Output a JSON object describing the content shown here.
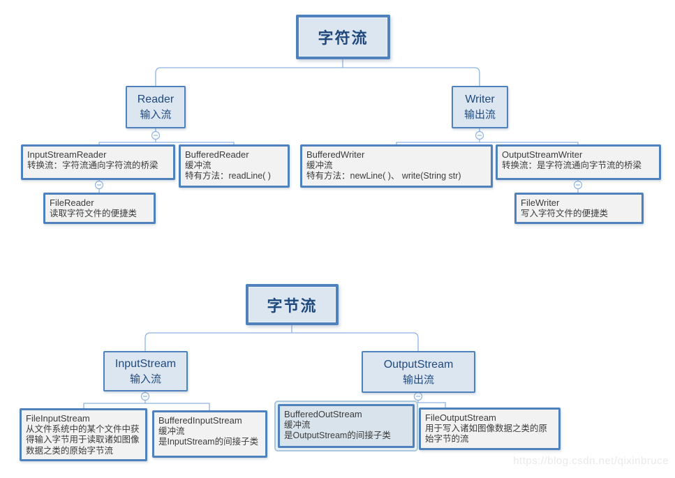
{
  "char_stream_tree": {
    "root": {
      "label": "字符流"
    },
    "reader": {
      "name": "Reader",
      "label": "输入流"
    },
    "writer": {
      "name": "Writer",
      "label": "输出流"
    },
    "input_stream_reader": {
      "name": "InputStreamReader",
      "desc": "转换流：字符流通向字符流的桥梁"
    },
    "buffered_reader": {
      "name": "BufferedReader",
      "desc1": "缓冲流",
      "desc2": "特有方法：readLine( )"
    },
    "buffered_writer": {
      "name": "BufferedWriter",
      "desc1": "缓冲流",
      "desc2": "特有方法：newLine( )、 write(String str)"
    },
    "output_stream_writer": {
      "name": "OutputStreamWriter",
      "desc": "转换流：是字符流通向字节流的桥梁"
    },
    "file_reader": {
      "name": "FileReader",
      "desc": "读取字符文件的便捷类"
    },
    "file_writer": {
      "name": "FileWriter",
      "desc": "写入字符文件的便捷类"
    }
  },
  "byte_stream_tree": {
    "root": {
      "label": "字节流"
    },
    "input_stream": {
      "name": "InputStream",
      "label": "输入流"
    },
    "output_stream": {
      "name": "OutputStream",
      "label": "输出流"
    },
    "file_input_stream": {
      "name": "FileInputStream",
      "desc": "从文件系统中的某个文件中获得输入字节用于读取诸如图像数据之类的原始字节流"
    },
    "buffered_input_stream": {
      "name": "BufferedInputStream",
      "desc1": "缓冲流",
      "desc2": "是InputStream的间接子类"
    },
    "buffered_out_stream": {
      "name": "BufferedOutStream",
      "desc1": "缓冲流",
      "desc2": "是OutputStream的间接子类",
      "selected": true
    },
    "file_output_stream": {
      "name": "FileOutputStream",
      "desc": "用于写入诸如图像数据之类的原始字节的流"
    }
  },
  "watermark": "https://blog.csdn.net/qixinbruce",
  "colors": {
    "node_border": "#4f81bd",
    "node_fill": "#dce6f1",
    "leaf_fill": "#f2f2f2",
    "connector": "#8eb4e3",
    "node_text": "#1f497d",
    "leaf_text": "#3b3b3b",
    "selection_ring": "#a9c7dd",
    "selected_fill": "#d9e3eb",
    "watermark_text": "#eaeaea"
  }
}
